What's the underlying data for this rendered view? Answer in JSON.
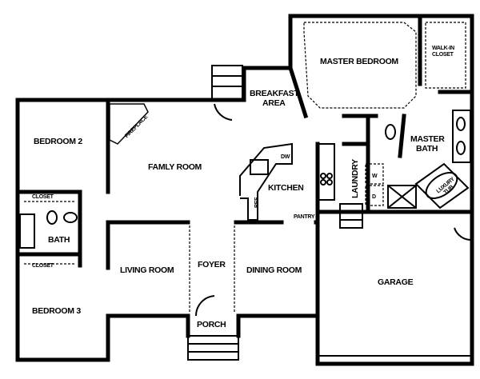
{
  "rooms": {
    "master_bedroom": "MASTER BEDROOM",
    "walk_in_closet_1": "WALK-IN",
    "walk_in_closet_2": "CLOSET",
    "breakfast_1": "BREAKFAST",
    "breakfast_2": "AREA",
    "master_bath_1": "MASTER",
    "master_bath_2": "BATH",
    "luxury_tub_1": "LUXURY",
    "luxury_tub_2": "TUB",
    "bedroom2": "BEDROOM 2",
    "fireplace": "FIREPLACE",
    "family_room": "FAMLY ROOM",
    "dw": "DW",
    "kitchen": "KITCHEN",
    "ref": "REF.",
    "laundry": "LAUNDRY",
    "washer": "W",
    "dryer": "D",
    "pantry": "PANTRY",
    "closet_upper": "CLOSET",
    "bath": "BATH",
    "closet_lower": "CLOSET",
    "living_room": "LIVING ROOM",
    "foyer": "FOYER",
    "dining_room": "DINING ROOM",
    "garage": "GARAGE",
    "bedroom3": "BEDROOM 3",
    "porch": "PORCH"
  }
}
